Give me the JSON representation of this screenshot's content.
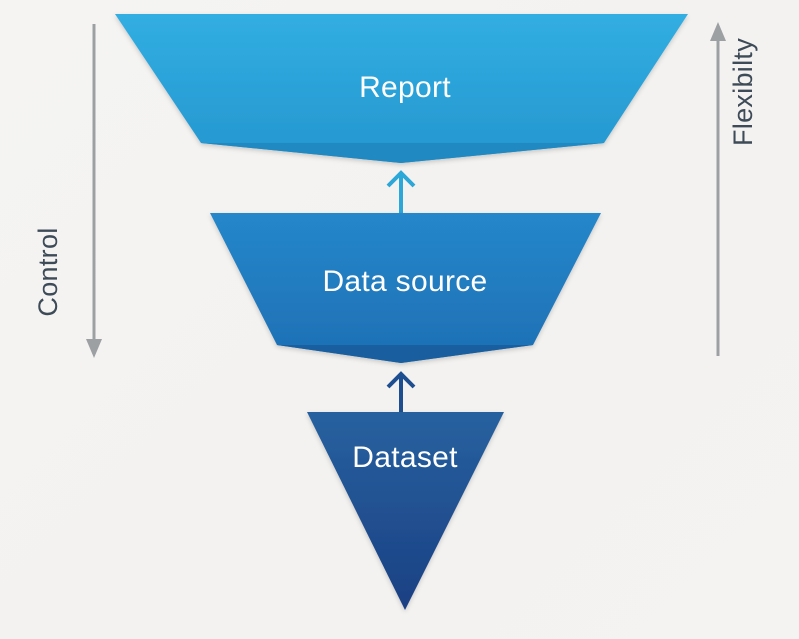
{
  "diagram": {
    "layers": [
      {
        "id": "report",
        "label": "Report"
      },
      {
        "id": "data-source",
        "label": "Data source"
      },
      {
        "id": "dataset",
        "label": "Dataset"
      }
    ],
    "flow_arrows": [
      {
        "from": "data-source",
        "to": "report"
      },
      {
        "from": "dataset",
        "to": "data-source"
      }
    ],
    "axes": [
      {
        "side": "left",
        "label": "Control",
        "direction": "down"
      },
      {
        "side": "right",
        "label": "Flexibilty",
        "direction": "up"
      }
    ]
  },
  "colors": {
    "report_top": "#31AEE2",
    "report_bottom": "#2596CF",
    "report_fold": "#2089C1",
    "datasource_top": "#2587CA",
    "datasource_bottom": "#1E6FB4",
    "datasource_fold": "#195F9F",
    "dataset_top": "#27619F",
    "dataset_bottom": "#1B4083",
    "arrow_teal": "#2BA7D8",
    "arrow_navy": "#1D4F90",
    "axis_arrow": "#9DA0A3",
    "axis_label_color": "#3D4A57",
    "layer_text": "#FFFFFF",
    "background": "#F4F3F1"
  }
}
